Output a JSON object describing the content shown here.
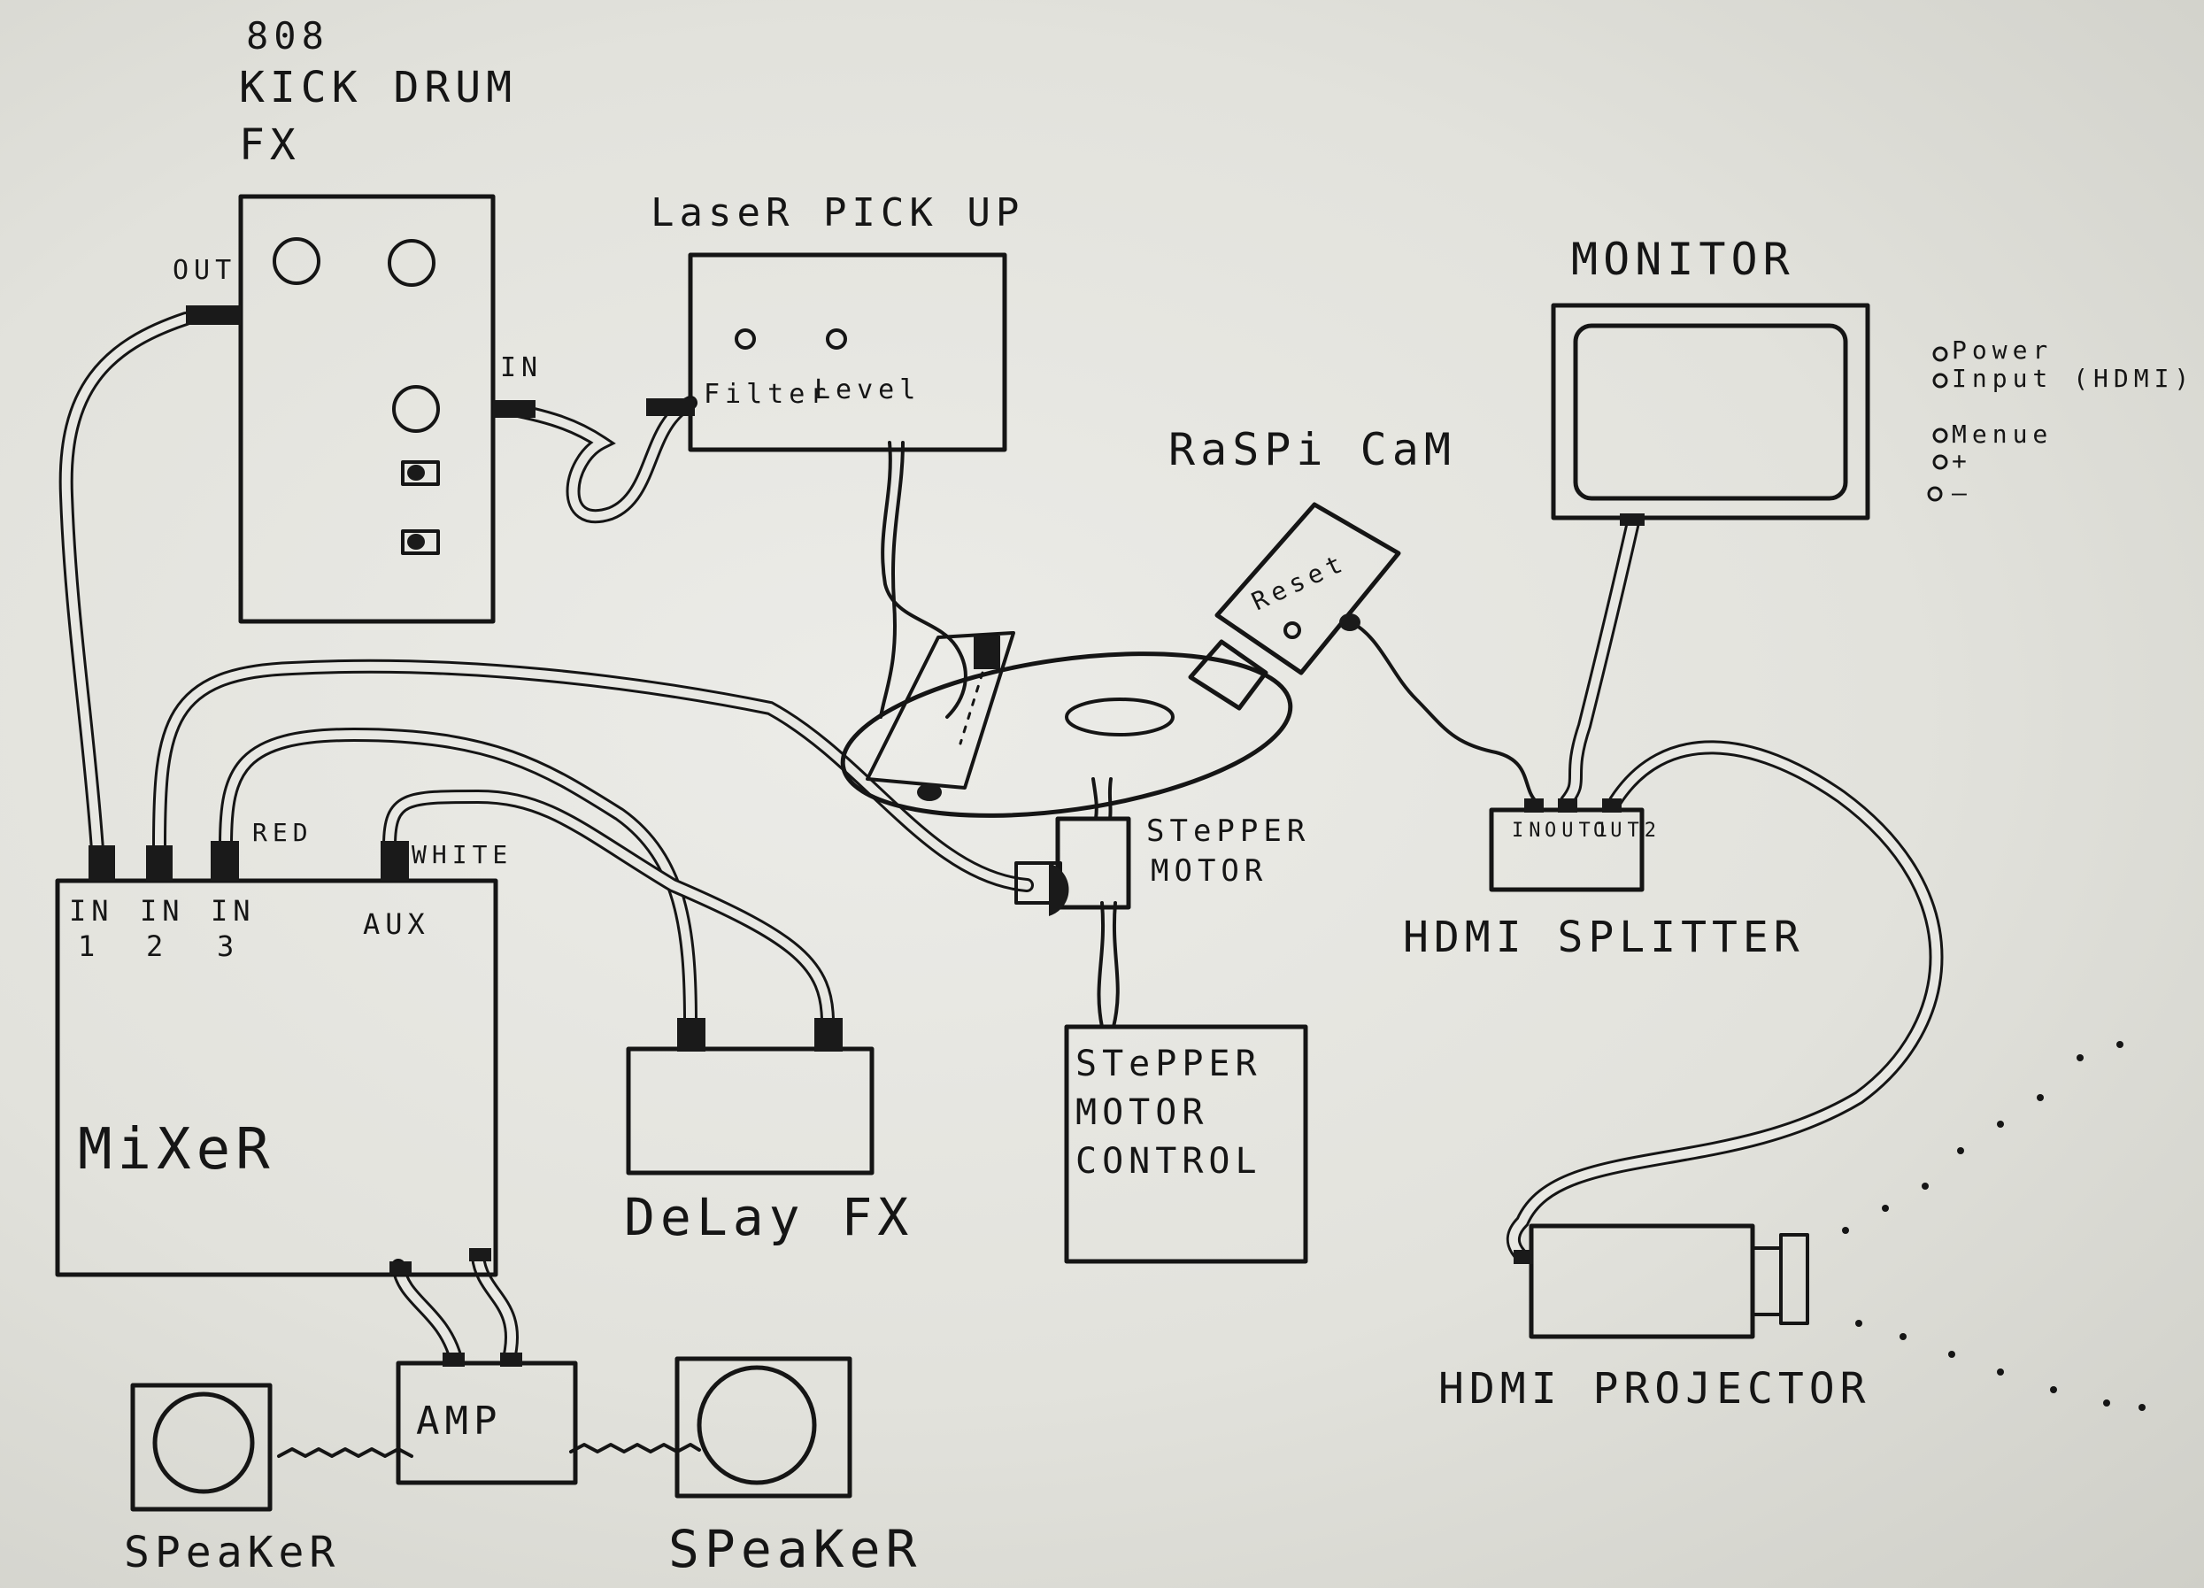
{
  "devices": {
    "kick_drum": {
      "line1": "808",
      "line2": "KICK DRUM",
      "line3": "FX",
      "out": "OUT",
      "in": "IN"
    },
    "laser": {
      "title": "LaseR PICK UP",
      "filter": "Filter",
      "level": "Level"
    },
    "monitor": {
      "title": "MONITOR",
      "legend": [
        "Power",
        "Input (HDMI)",
        "Menue",
        "+",
        "–"
      ]
    },
    "raspi": {
      "title": "RaSPi CaM",
      "reset": "Reset"
    },
    "stepper_motor": {
      "line1": "STePPER",
      "line2": "MOTOR"
    },
    "stepper_control": {
      "line1": "STePPER",
      "line2": "MOTOR",
      "line3": "CONTROL"
    },
    "hdmi_splitter": {
      "title": "HDMI SPLITTER",
      "in": "IN",
      "out1": "OUT1",
      "out2": "OUT2"
    },
    "mixer": {
      "title": "MiXeR",
      "in1": "IN",
      "in1n": "1",
      "in2": "IN",
      "in2n": "2",
      "in3": "IN",
      "in3n": "3",
      "aux": "AUX",
      "red": "RED",
      "white": "WHITE"
    },
    "delay": {
      "title": "DeLay FX"
    },
    "amp": {
      "title": "AMP"
    },
    "speaker_left": {
      "title": "SPeaKeR"
    },
    "speaker_right": {
      "title": "SPeaKeR"
    },
    "projector": {
      "title": "HDMI PROJECTOR"
    }
  },
  "colors": {
    "ink": "#151515",
    "paper": "#e8e8e3"
  }
}
